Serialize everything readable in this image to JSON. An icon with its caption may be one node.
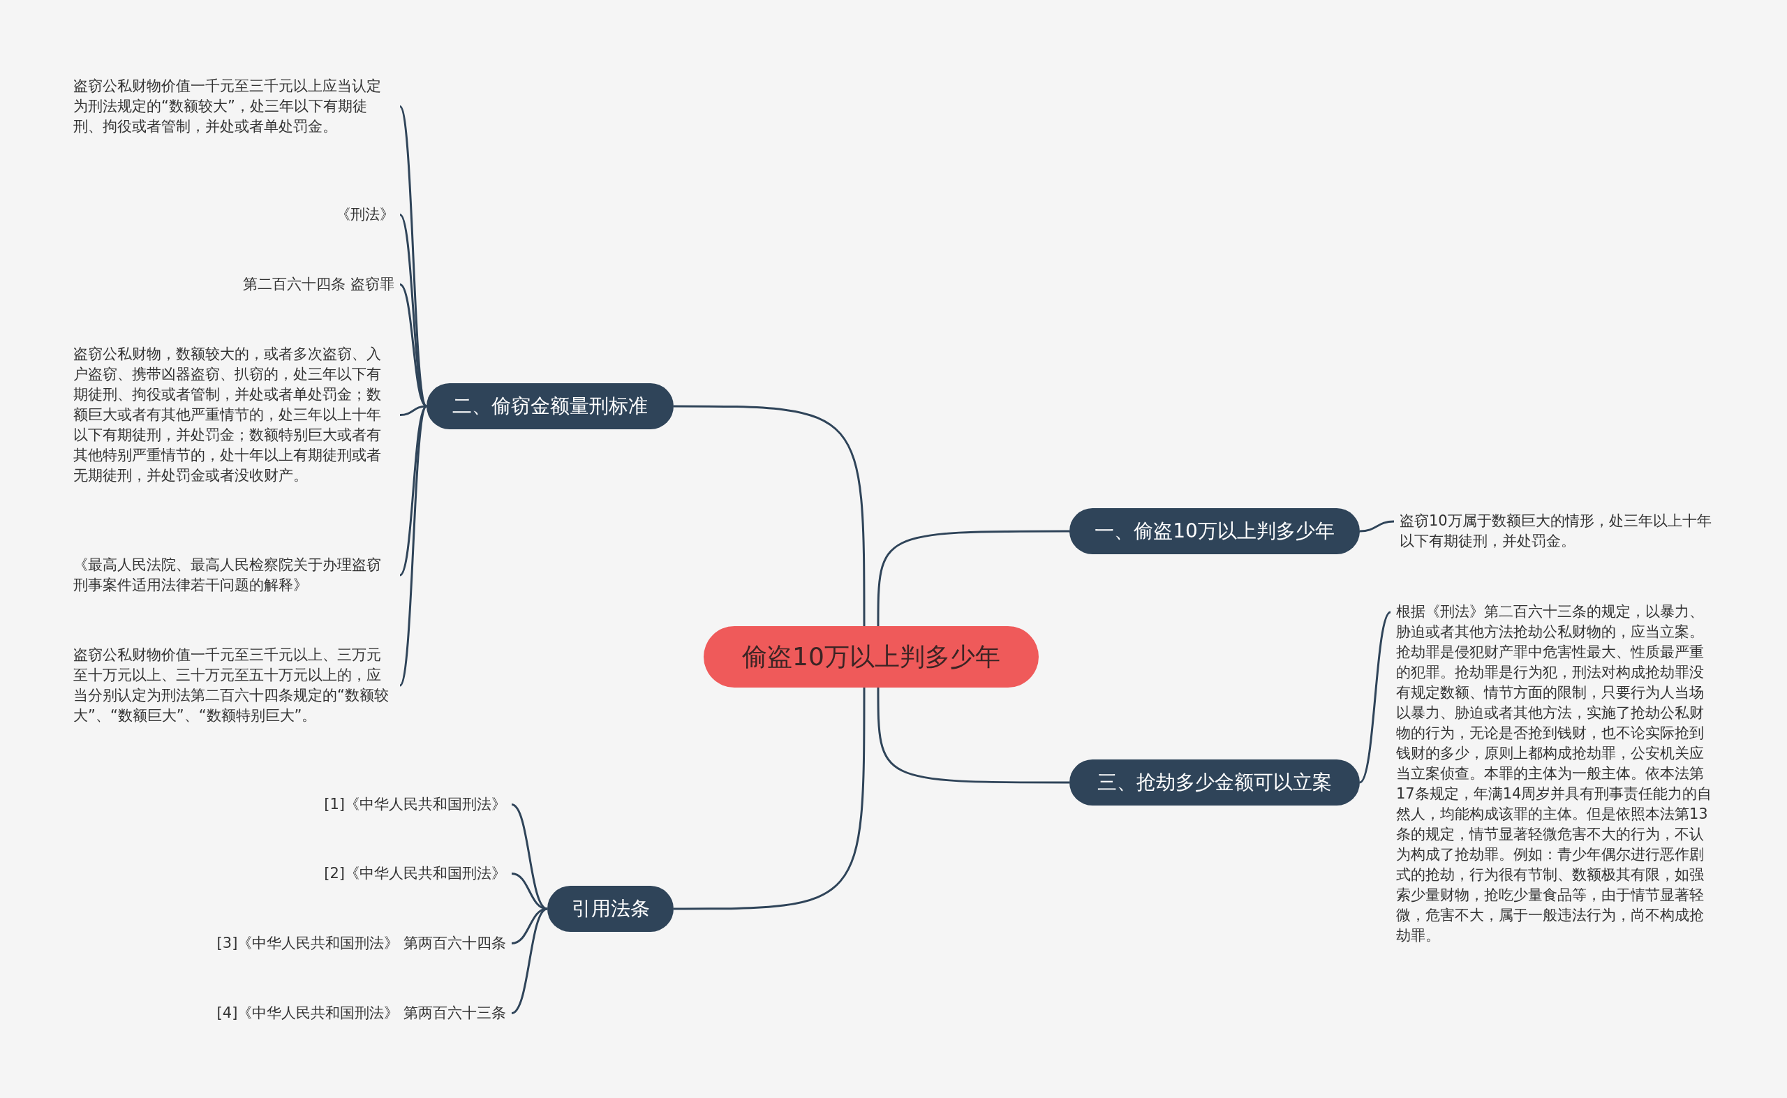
{
  "diagram": {
    "nodes": [
      {
        "text": [
          "偷盗10万以上判多少年"
        ]
      },
      {
        "text": [
          "一、偷盗10万以上判多少年"
        ]
      },
      {
        "text": [
          "盗窃10万属于数额巨大的情形，处三年以上十年以下有期徒刑，并处罚金。"
        ]
      },
      {
        "text": [
          "三、抢劫多少金额可以立案"
        ]
      },
      {
        "text": [
          "根据《刑法》第二百六十三条的规定，以暴力、胁迫或者其他方法抢劫公私财物的，应当立案。抢劫罪是侵犯财产罪中危害性最大、性质最严重的犯罪。抢劫罪是行为犯，刑法对构成抢劫罪没有规定数额、情节方面的限制，只要行为人当场以暴力、胁迫或者其他方法，实施了抢劫公私财物的行为，无论是否抢到钱财，也不论实际抢到钱财的多少，原则上都构成抢劫罪，公安机关应当立案侦查。本罪的主体为一般主体。依本法第17条规定，年满14周岁并具有刑事责任能力的自然人，均能构成该罪的主体。但是依照本法第13条的规定，情节显著轻微危害不大的行为，不认为构成了抢劫罪。例如：青少年偶尔进行恶作剧式的抢劫，行为很有节制、数额极其有限，如强索少量财物，抢吃少量食品等，由于情节显著轻微，危害不大，属于一般违法行为，尚不构成抢劫罪。"
        ]
      },
      {
        "text": [
          "二、偷窃金额量刑标准"
        ]
      },
      {
        "text": [
          "盗窃公私财物价值一千元至三千元以上应当认定为刑法规定的“数额较大”，处三年以下有期徒刑、拘役或者管制，并处或者单处罚金。"
        ]
      },
      {
        "text": [
          "《刑法》"
        ]
      },
      {
        "text": [
          "第二百六十四条 盗窃罪"
        ]
      },
      {
        "text": [
          "盗窃公私财物，数额较大的，或者多次盗窃、入户盗窃、携带凶器盗窃、扒窃的，处三年以下有期徒刑、拘役或者管制，并处或者单处罚金；数额巨大或者有其他严重情节的，处三年以上十年以下有期徒刑，并处罚金；数额特别巨大或者有其他特别严重情节的，处十年以上有期徒刑或者无期徒刑，并处罚金或者没收财产。"
        ]
      },
      {
        "text": [
          "《最高人民法院、最高人民检察院关于办理盗窃刑事案件适用法律若干问题的解释》"
        ]
      },
      {
        "text": [
          "盗窃公私财物价值一千元至三千元以上、三万元至十万元以上、三十万元至五十万元以上的，应当分别认定为刑法第二百六十四条规定的“数额较大”、“数额巨大”、“数额特别巨大”。"
        ]
      },
      {
        "text": [
          "引用法条"
        ]
      },
      {
        "text": [
          "[1]《中华人民共和国刑法》"
        ]
      },
      {
        "text": [
          "[2]《中华人民共和国刑法》"
        ]
      },
      {
        "text": [
          "[3]《中华人民共和国刑法》 第两百六十四条"
        ]
      },
      {
        "text": [
          "[4]《中华人民共和国刑法》 第两百六十三条"
        ]
      }
    ],
    "edges": [
      {
        "from": 0,
        "to": 1,
        "arrow": "none"
      },
      {
        "from": 1,
        "to": 2,
        "arrow": "none"
      },
      {
        "from": 0,
        "to": 3,
        "arrow": "none"
      },
      {
        "from": 3,
        "to": 4,
        "arrow": "none"
      },
      {
        "from": 0,
        "to": 5,
        "arrow": "none"
      },
      {
        "from": 5,
        "to": 6,
        "arrow": "none"
      },
      {
        "from": 5,
        "to": 7,
        "arrow": "none"
      },
      {
        "from": 5,
        "to": 8,
        "arrow": "none"
      },
      {
        "from": 5,
        "to": 9,
        "arrow": "none"
      },
      {
        "from": 5,
        "to": 10,
        "arrow": "none"
      },
      {
        "from": 5,
        "to": 11,
        "arrow": "none"
      },
      {
        "from": 0,
        "to": 12,
        "arrow": "none"
      },
      {
        "from": 12,
        "to": 13,
        "arrow": "none"
      },
      {
        "from": 12,
        "to": 14,
        "arrow": "none"
      },
      {
        "from": 12,
        "to": 15,
        "arrow": "none"
      },
      {
        "from": 12,
        "to": 16,
        "arrow": "none"
      }
    ]
  }
}
